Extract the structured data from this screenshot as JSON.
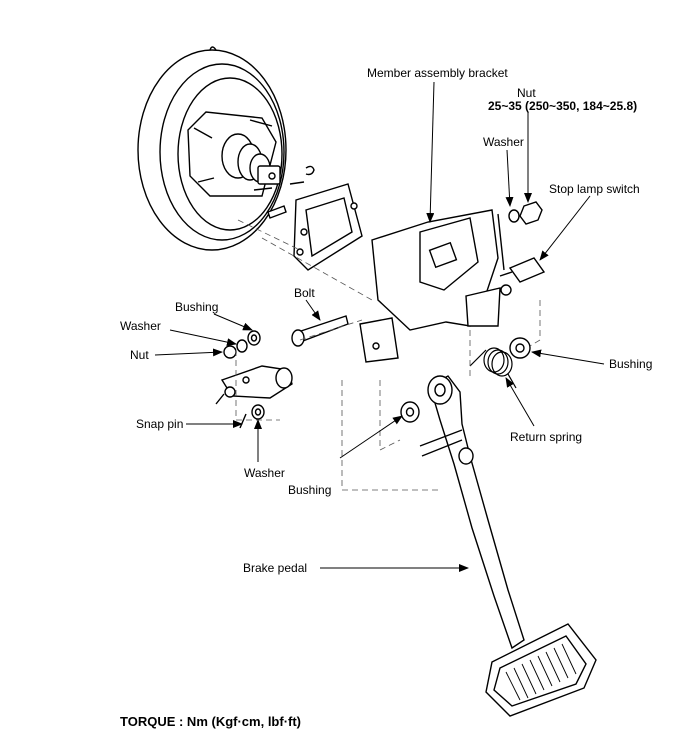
{
  "labels": {
    "member_bracket": "Member assembly bracket",
    "nut_title": "Nut",
    "nut_torque": "25~35 (250~350, 184~25.8)",
    "washer_top": "Washer",
    "stop_lamp_switch": "Stop lamp switch",
    "bolt": "Bolt",
    "bushing_left": "Bushing",
    "washer_left": "Washer",
    "nut_left": "Nut",
    "snap_pin": "Snap pin",
    "washer_bottom": "Washer",
    "bushing_center": "Bushing",
    "bushing_right": "Bushing",
    "return_spring": "Return spring",
    "brake_pedal": "Brake pedal"
  },
  "torque_note": "TORQUE : Nm (Kgf·cm, lbf·ft)"
}
